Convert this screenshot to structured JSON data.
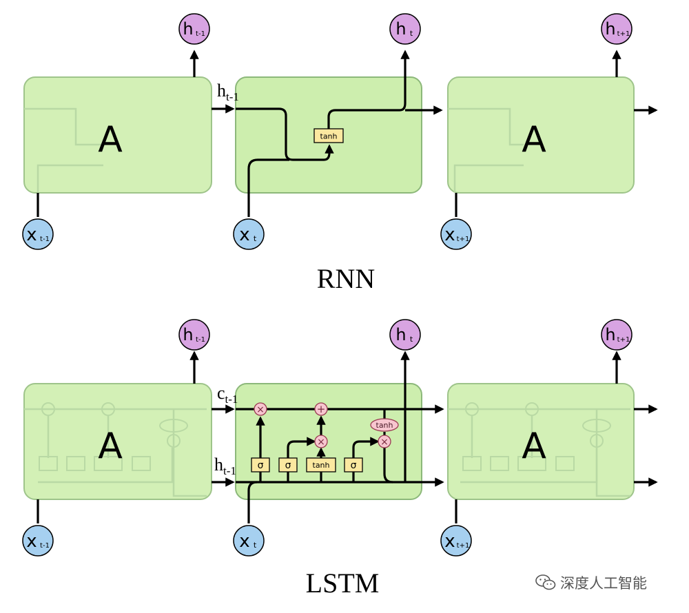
{
  "rnn": {
    "title": "RNN",
    "cell_label": "A",
    "activation": "tanh",
    "hidden_input": {
      "base": "h",
      "sub": "t-1"
    },
    "outputs": [
      {
        "base": "h",
        "sub": "t-1"
      },
      {
        "base": "h",
        "sub": "t"
      },
      {
        "base": "h",
        "sub": "t+1"
      }
    ],
    "inputs": [
      {
        "base": "x",
        "sub": "t-1"
      },
      {
        "base": "x",
        "sub": "t"
      },
      {
        "base": "x",
        "sub": "t+1"
      }
    ]
  },
  "lstm": {
    "title": "LSTM",
    "cell_label": "A",
    "cell_input": {
      "base": "c",
      "sub": "t-1"
    },
    "hidden_input": {
      "base": "h",
      "sub": "t-1"
    },
    "gates": [
      "σ",
      "σ",
      "tanh",
      "σ"
    ],
    "ops": {
      "multiply": "×",
      "add": "+"
    },
    "output_activation": "tanh",
    "outputs": [
      {
        "base": "h",
        "sub": "t-1"
      },
      {
        "base": "h",
        "sub": "t"
      },
      {
        "base": "h",
        "sub": "t+1"
      }
    ],
    "inputs": [
      {
        "base": "x",
        "sub": "t-1"
      },
      {
        "base": "x",
        "sub": "t"
      },
      {
        "base": "x",
        "sub": "t+1"
      }
    ]
  },
  "watermark": {
    "text": "深度人工智能",
    "icon": "wechat-icon"
  },
  "colors": {
    "cell_fill": "#d3f0b6",
    "h_node": "#d8a4e2",
    "x_node": "#a6d0f0",
    "gate": "#fbe8a0",
    "op": "#f7c6cf"
  }
}
